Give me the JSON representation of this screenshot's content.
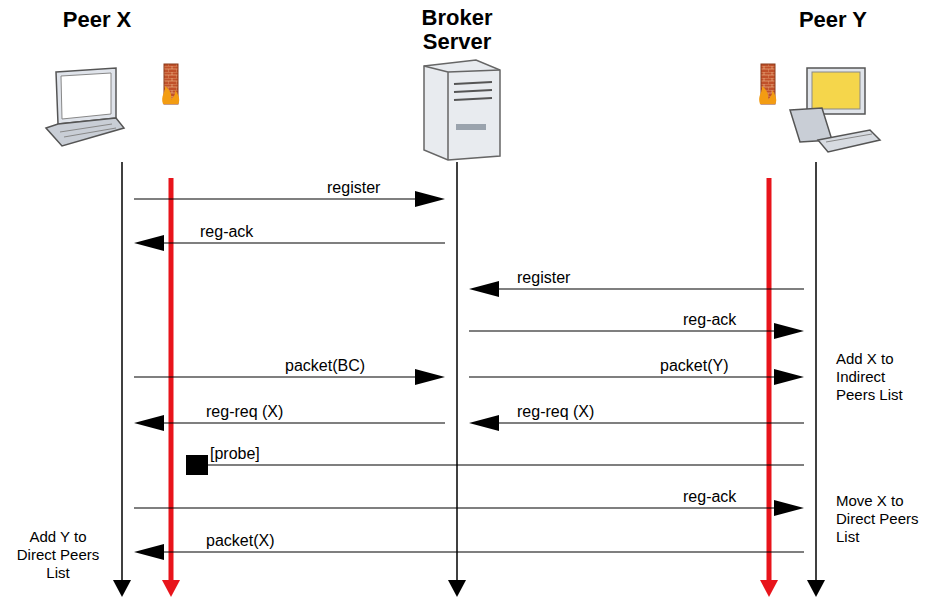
{
  "diagram": {
    "nodes": [
      {
        "text": [
          "Peer X"
        ]
      },
      {
        "text": [
          "Broker Server"
        ]
      },
      {
        "text": [
          "Peer Y"
        ]
      }
    ],
    "edges": [
      {
        "from": 0,
        "to": 1,
        "label": "register",
        "arrow": "to"
      },
      {
        "from": 1,
        "to": 0,
        "label": "reg-ack",
        "arrow": "to"
      },
      {
        "from": 2,
        "to": 1,
        "label": "register",
        "arrow": "to"
      },
      {
        "from": 1,
        "to": 2,
        "label": "reg-ack",
        "arrow": "to"
      },
      {
        "from": 0,
        "to": 1,
        "label": "packet(BC)",
        "arrow": "to"
      },
      {
        "from": 1,
        "to": 2,
        "label": "packet(Y)",
        "arrow": "to"
      },
      {
        "from": 1,
        "to": 0,
        "label": "reg-req (X)",
        "arrow": "to"
      },
      {
        "from": 2,
        "to": 1,
        "label": "reg-req (X)",
        "arrow": "to"
      },
      {
        "from": 2,
        "to": 0,
        "label": "[probe]",
        "arrow": "none"
      },
      {
        "from": 0,
        "to": 2,
        "label": "reg-ack",
        "arrow": "to"
      },
      {
        "from": 2,
        "to": 0,
        "label": "packet(X)",
        "arrow": "to"
      }
    ],
    "labels": [
      "Add X to Indirect Peers List",
      "Move X to Direct Peers List",
      "Add Y to Direct Peers List"
    ]
  }
}
